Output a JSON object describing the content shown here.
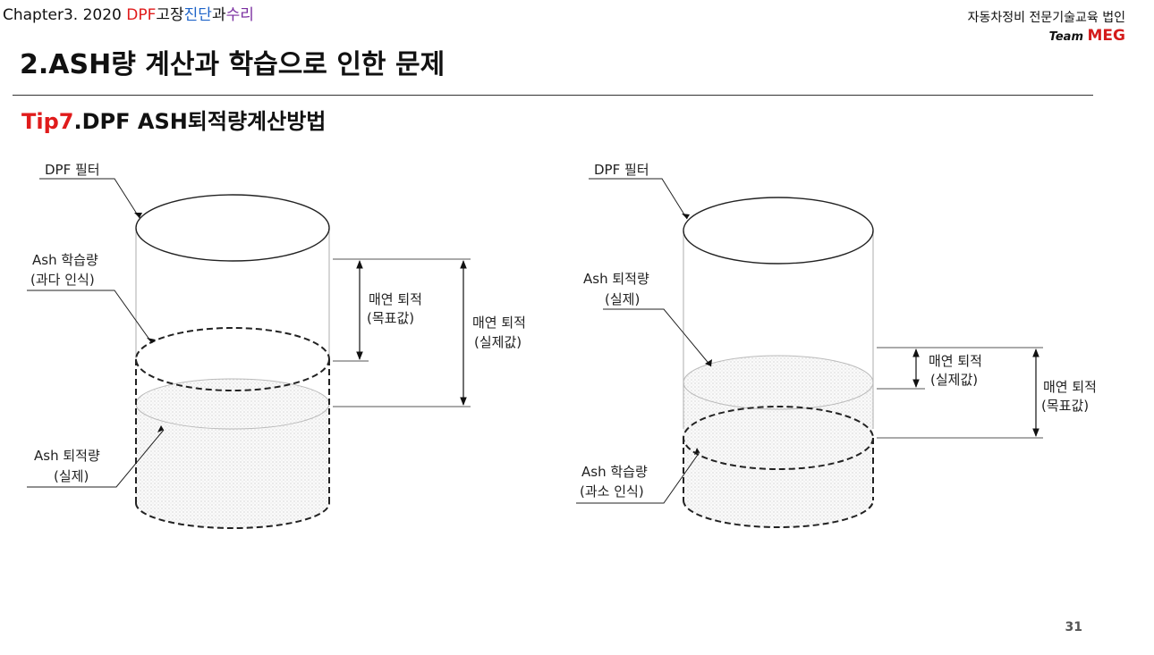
{
  "header": {
    "chapter_prefix": "Chapter3. 2020 ",
    "chapter_dpf": "DPF",
    "chapter_a": "고장",
    "chapter_b": "진단",
    "chapter_c": "과",
    "chapter_d": "수리",
    "org": "자동차정비 전문기술교육 법인",
    "team_prefix": "Team ",
    "team_name": "MEG"
  },
  "title": "2.ASH량 계산과 학습으로 인한 문제",
  "tip": {
    "label": "Tip7",
    "text": ".DPF ASH퇴적량계산방법"
  },
  "colors": {
    "red": "#e01b1b",
    "blue": "#1e64c8",
    "purple": "#7a2ea0"
  },
  "diagram_left": {
    "filter_label": "DPF 필터",
    "learned_line1": "Ash 학습량",
    "learned_line2": "(과다 인식)",
    "actual_line1": "Ash 퇴적량",
    "actual_line2": "(실제)",
    "target_line1": "매연 퇴적",
    "target_line2": "(목표값)",
    "real_line1": "매연 퇴적",
    "real_line2": "(실제값)"
  },
  "diagram_right": {
    "filter_label": "DPF 필터",
    "actual_line1": "Ash 퇴적량",
    "actual_line2": "(실제)",
    "learned_line1": "Ash 학습량",
    "learned_line2": "(과소 인식)",
    "real_line1": "매연 퇴적",
    "real_line2": "(실제값)",
    "target_line1": "매연 퇴적",
    "target_line2": "(목표값)"
  },
  "page_number": "31"
}
